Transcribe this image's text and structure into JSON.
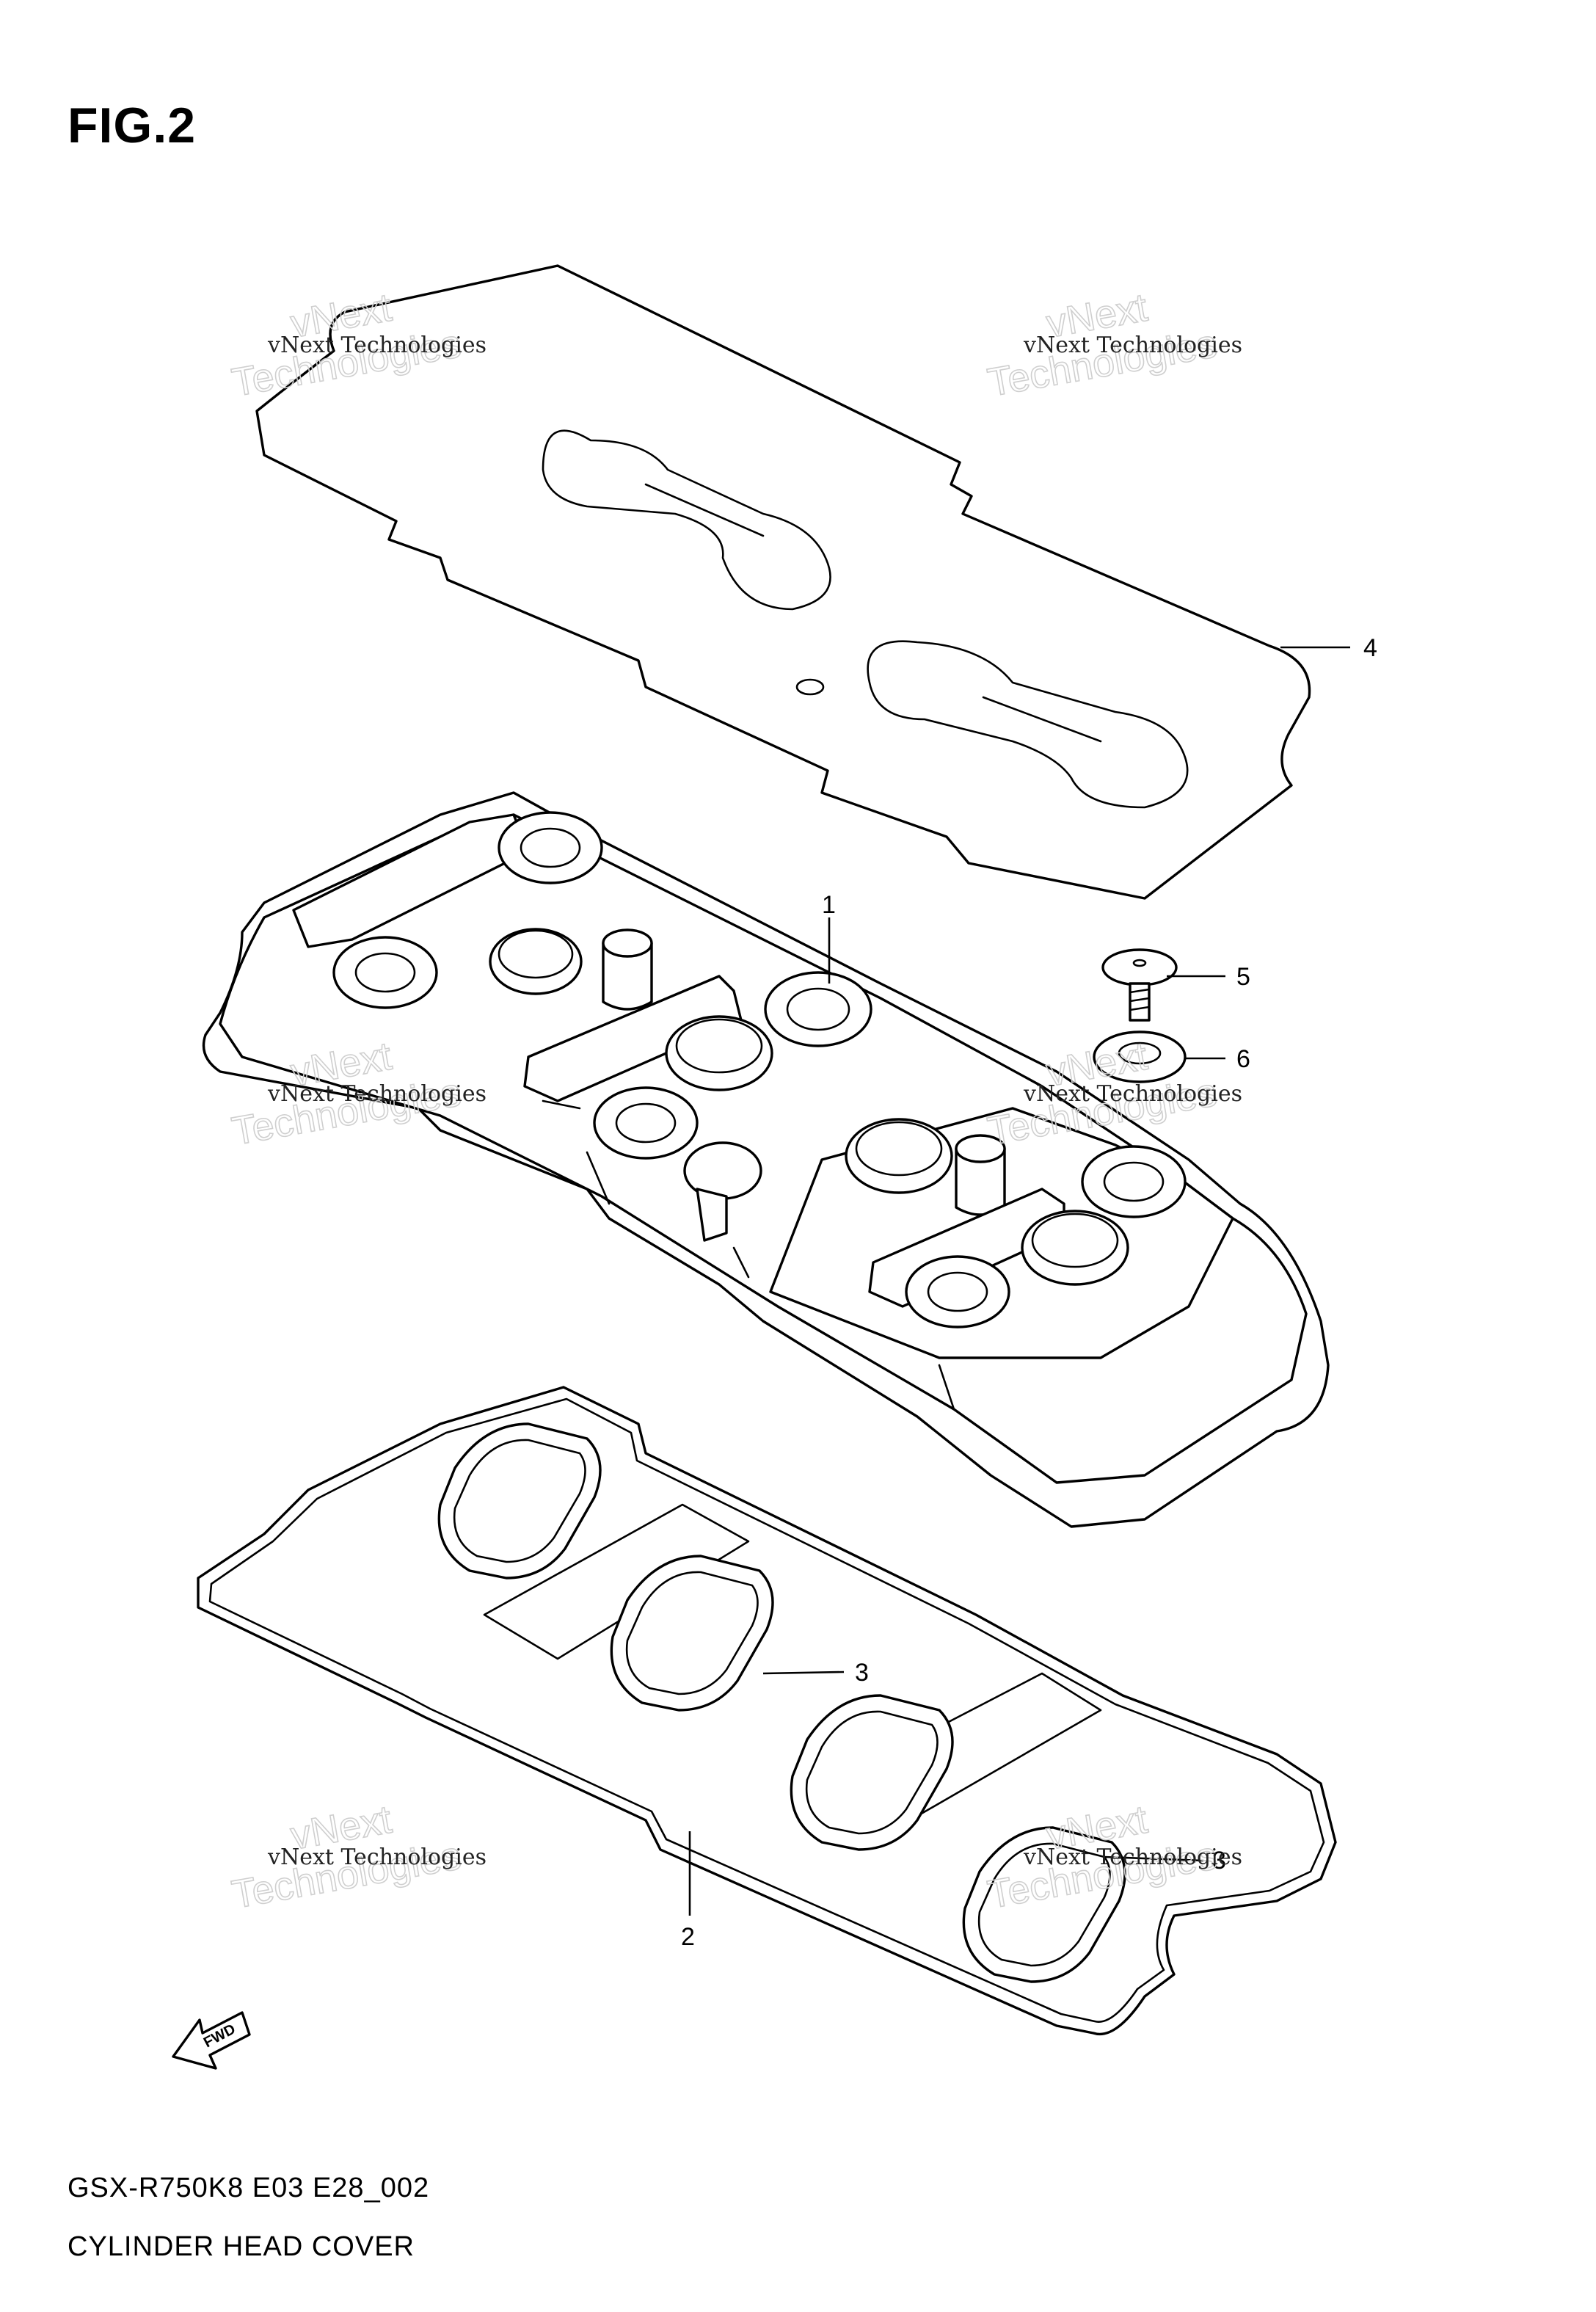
{
  "figure": {
    "title": "FIG.2",
    "model_code": "GSX-R750K8 E03 E28_002",
    "sheet_title": "CYLINDER HEAD COVER"
  },
  "callouts": [
    {
      "id": "c4",
      "label": "4"
    },
    {
      "id": "c1",
      "label": "1"
    },
    {
      "id": "c5",
      "label": "5"
    },
    {
      "id": "c6",
      "label": "6"
    },
    {
      "id": "c3a",
      "label": "3"
    },
    {
      "id": "c3b",
      "label": "3"
    },
    {
      "id": "c2",
      "label": "2"
    }
  ],
  "watermark": {
    "line1": "vNext Technologies",
    "line2": "vNext",
    "line3": "Technologies"
  },
  "fwd_arrow": {
    "label": "FWD"
  }
}
